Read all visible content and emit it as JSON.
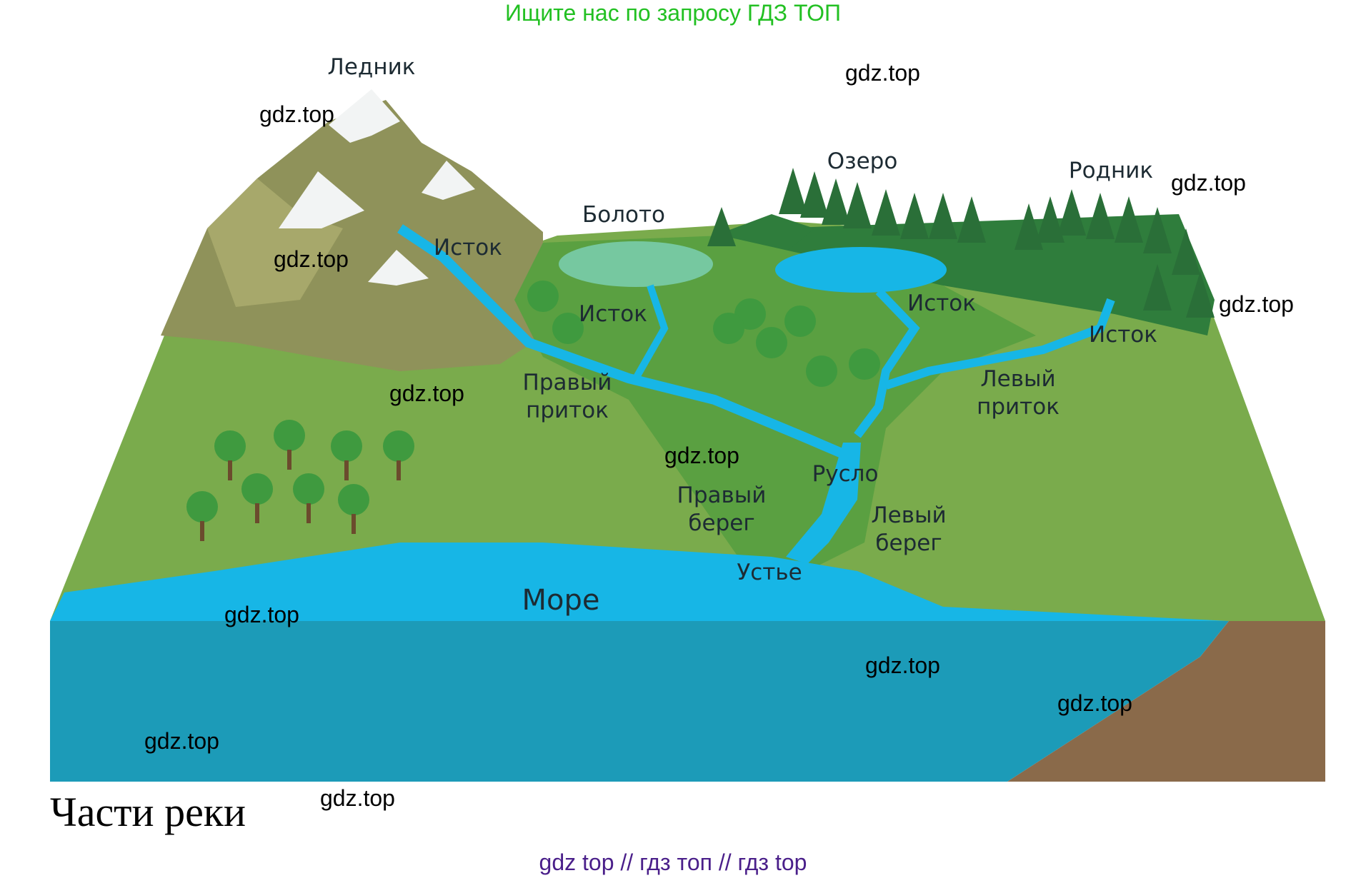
{
  "top_banner": "Ищите нас по запросу ГДЗ ТОП",
  "caption": "Части реки",
  "footer": "gdz top  //  гдз топ  //  гдз top",
  "watermark": "gdz.top",
  "labels": {
    "glacier": "Ледник",
    "swamp": "Болото",
    "lake": "Озеро",
    "spring": "Родник",
    "source_mountain": "Исток",
    "source_swamp": "Исток",
    "source_lake": "Исток",
    "source_spring": "Исток",
    "right_tributary_1": "Правый",
    "right_tributary_2": "приток",
    "left_tributary_1": "Левый",
    "left_tributary_2": "приток",
    "channel": "Русло",
    "right_bank_1": "Правый",
    "right_bank_2": "берег",
    "left_bank_1": "Левый",
    "left_bank_2": "берег",
    "mouth": "Устье",
    "sea": "Море"
  },
  "colors": {
    "banner": "#22c022",
    "footer": "#4a1f8a",
    "grass": "#7aab4c",
    "grass_dark": "#5aa041",
    "forest": "#2f7d3c",
    "water": "#17b6e6",
    "sea_side": "#1c9bb8",
    "earth": "#8a6a4a",
    "mountain": "#8f925a",
    "snow": "#f2f4f4"
  }
}
